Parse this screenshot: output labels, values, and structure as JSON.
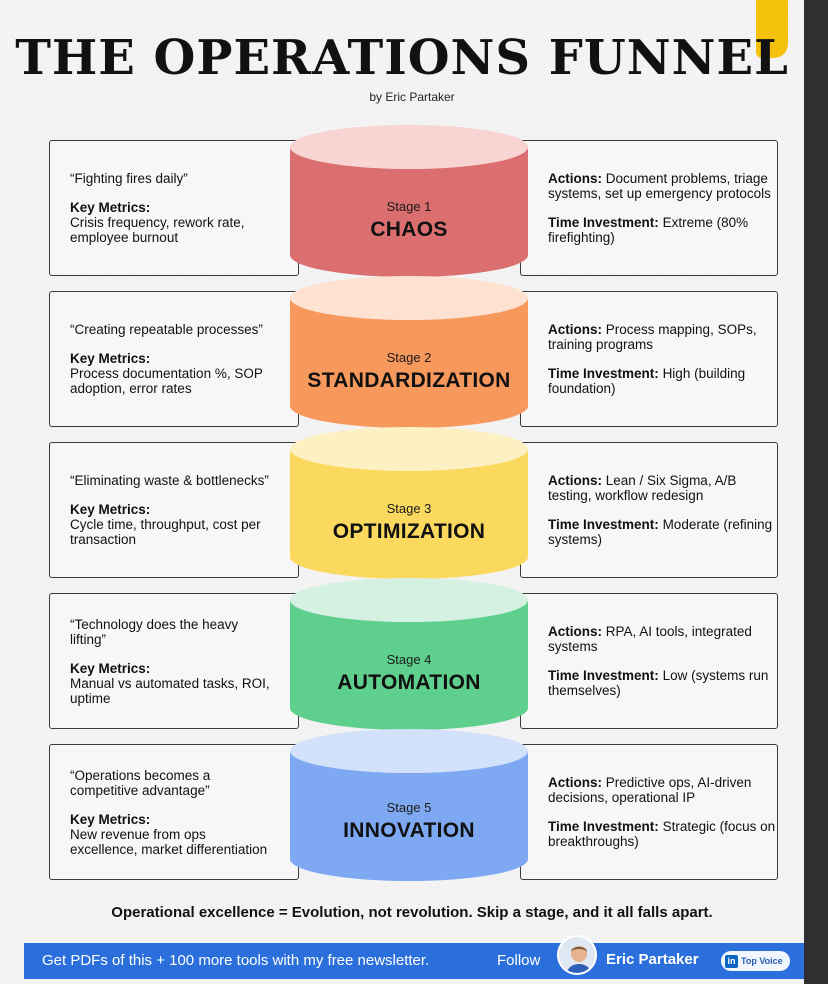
{
  "header": {
    "title": "THE OPERATIONS FUNNEL",
    "byline": "by Eric Partaker"
  },
  "stages": [
    {
      "stage_label": "Stage 1",
      "name": "CHAOS",
      "quote": "“Fighting fires daily”",
      "metrics_label": "Key Metrics:",
      "metrics": "Crisis frequency, rework rate, employee burnout",
      "actions_label": "Actions:",
      "actions": "Document problems, triage systems, set up emergency protocols",
      "time_label": "Time Investment:",
      "time": "Extreme (80% firefighting)",
      "colors": {
        "top": "#f8d4d3",
        "body": "#db6e6f"
      }
    },
    {
      "stage_label": "Stage 2",
      "name": "STANDARDIZATION",
      "quote": "“Creating repeatable processes”",
      "metrics_label": "Key Metrics:",
      "metrics": "Process documentation %, SOP adoption, error rates",
      "actions_label": "Actions:",
      "actions": "Process mapping, SOPs, training programs",
      "time_label": "Time Investment:",
      "time": "High (building foundation)",
      "colors": {
        "top": "#fde2d2",
        "body": "#f7995d"
      }
    },
    {
      "stage_label": "Stage 3",
      "name": "OPTIMIZATION",
      "quote": "“Eliminating waste & bottlenecks”",
      "metrics_label": "Key Metrics:",
      "metrics": "Cycle time, throughput, cost per transaction",
      "actions_label": "Actions:",
      "actions": "Lean / Six Sigma, A/B testing, workflow redesign",
      "time_label": "Time Investment:",
      "time": "Moderate (refining systems)",
      "colors": {
        "top": "#fdf0c2",
        "body": "#fbd95f"
      }
    },
    {
      "stage_label": "Stage 4",
      "name": "AUTOMATION",
      "quote": "“Technology does the heavy lifting”",
      "metrics_label": "Key Metrics:",
      "metrics": "Manual vs automated tasks, ROI, uptime",
      "actions_label": "Actions:",
      "actions": "RPA, AI tools, integrated systems",
      "time_label": "Time Investment:",
      "time": "Low (systems run themselves)",
      "colors": {
        "top": "#d5f1e1",
        "body": "#5fcf8d"
      }
    },
    {
      "stage_label": "Stage 5",
      "name": "INNOVATION",
      "quote": "“Operations becomes a competitive advantage”",
      "metrics_label": "Key Metrics:",
      "metrics": "New revenue from ops excellence, market differentiation",
      "actions_label": "Actions:",
      "actions": "Predictive ops, AI-driven decisions, operational IP",
      "time_label": "Time Investment:",
      "time": "Strategic (focus on breakthroughs)",
      "colors": {
        "top": "#d3e2fb",
        "body": "#7ea9f2"
      }
    }
  ],
  "tagline": "Operational excellence = Evolution, not revolution. Skip a stage, and it all falls apart.",
  "footer": {
    "text": "Get PDFs of this + 100 more tools with my free newsletter.",
    "follow": "Follow",
    "author": "Eric Partaker",
    "badge_icon": "in",
    "badge": "Top Voice",
    "colors": {
      "background": "#2a6fdb"
    }
  }
}
